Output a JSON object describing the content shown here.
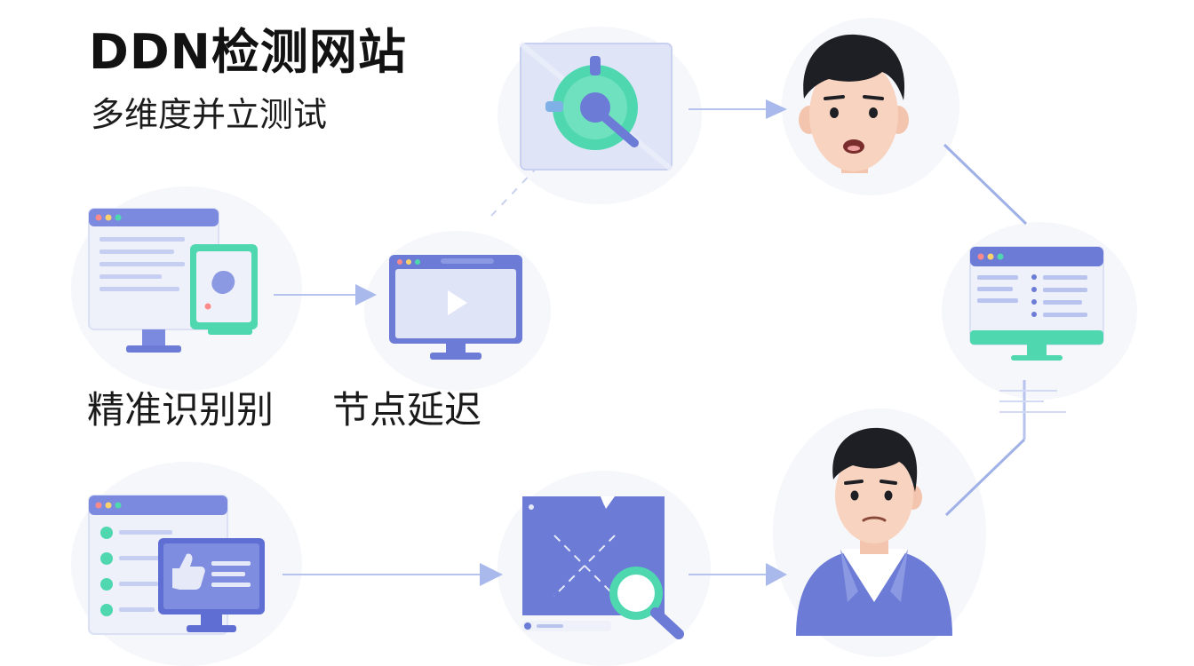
{
  "header": {
    "title": "DDN检测网站",
    "subtitle": "多维度并立测试"
  },
  "captions": {
    "accuracy": "精准识别别",
    "latency": "节点延迟"
  },
  "colors": {
    "primary": "#6b7bd6",
    "primary_light": "#dde2f6",
    "teal": "#4fd8b0",
    "arrow": "#9fb1e6",
    "background": "#ffffff",
    "text": "#121212"
  },
  "icons": [
    "radar-search-icon",
    "worried-person-icon",
    "analytics-monitor-icon",
    "browser-monitor-icon",
    "tablet-icon",
    "video-player-icon",
    "checklist-browser-icon",
    "thumbs-up-monitor-icon",
    "broken-map-icon",
    "magnifier-icon",
    "user-portrait-icon"
  ]
}
